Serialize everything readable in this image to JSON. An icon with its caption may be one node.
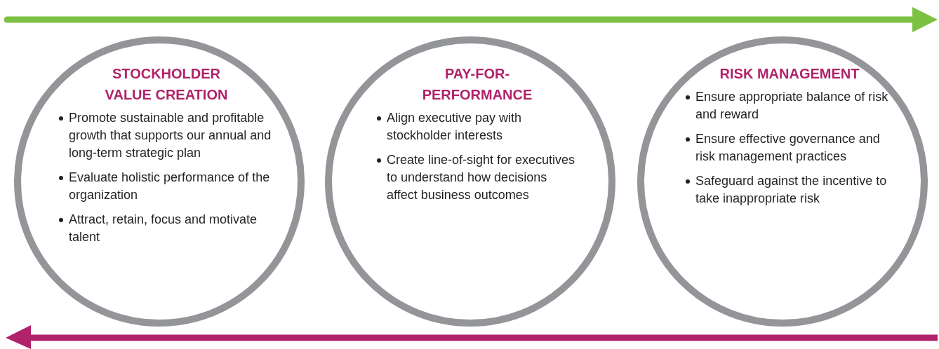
{
  "diagram": {
    "nodes": [
      {
        "text": [
          "STOCKHOLDER VALUE CREATION",
          "Promote sustainable and profitable growth that supports our annual and long-term strategic plan",
          "Evaluate holistic performance of the organization",
          "Attract, retain, focus and motivate talent"
        ]
      },
      {
        "text": [
          "PAY-FOR-PERFORMANCE",
          "Align executive pay with stockholder interests",
          "Create line-of-sight for executives to understand how decisions affect business outcomes"
        ]
      },
      {
        "text": [
          "RISK MANAGEMENT",
          "Ensure appropriate balance of risk and reward",
          "Ensure effective governance and risk management practices",
          "Safeguard against the incentive to take inappropriate risk"
        ]
      }
    ]
  }
}
